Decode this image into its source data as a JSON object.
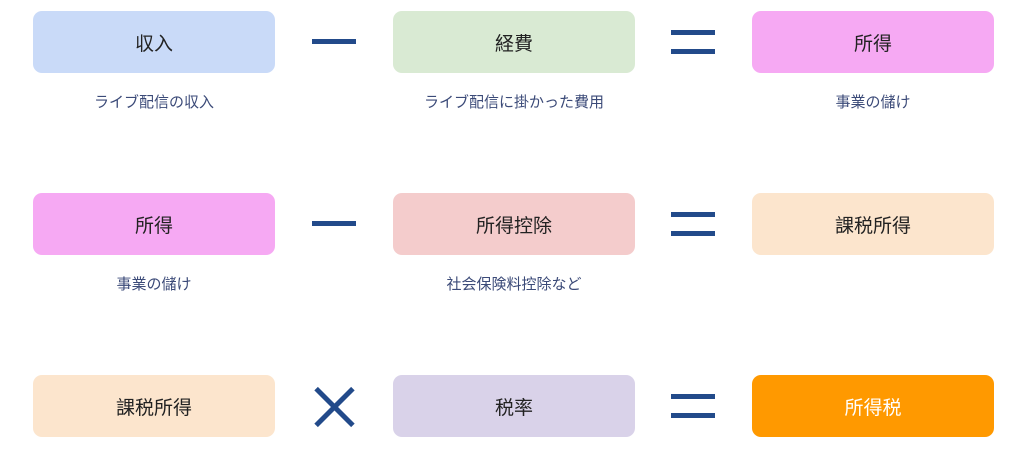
{
  "colors": {
    "income": "#c9daf8",
    "expense": "#d9ead3",
    "profit": "#f6a9f3",
    "deduction": "#f4cccc",
    "taxable": "#fce5cd",
    "rate": "#d9d2e9",
    "tax": "#ff9900",
    "operator": "#224a8a"
  },
  "rows": [
    {
      "a": "収入",
      "a_caption": "ライブ配信の収入",
      "op": "−",
      "b": "経費",
      "b_caption": "ライブ配信に掛かった費用",
      "eq": "＝",
      "c": "所得",
      "c_caption": "事業の儲け"
    },
    {
      "a": "所得",
      "a_caption": "事業の儲け",
      "op": "−",
      "b": "所得控除",
      "b_caption": "社会保険料控除など",
      "eq": "＝",
      "c": "課税所得"
    },
    {
      "a": "課税所得",
      "op": "×",
      "b": "税率",
      "eq": "＝",
      "c": "所得税"
    }
  ]
}
